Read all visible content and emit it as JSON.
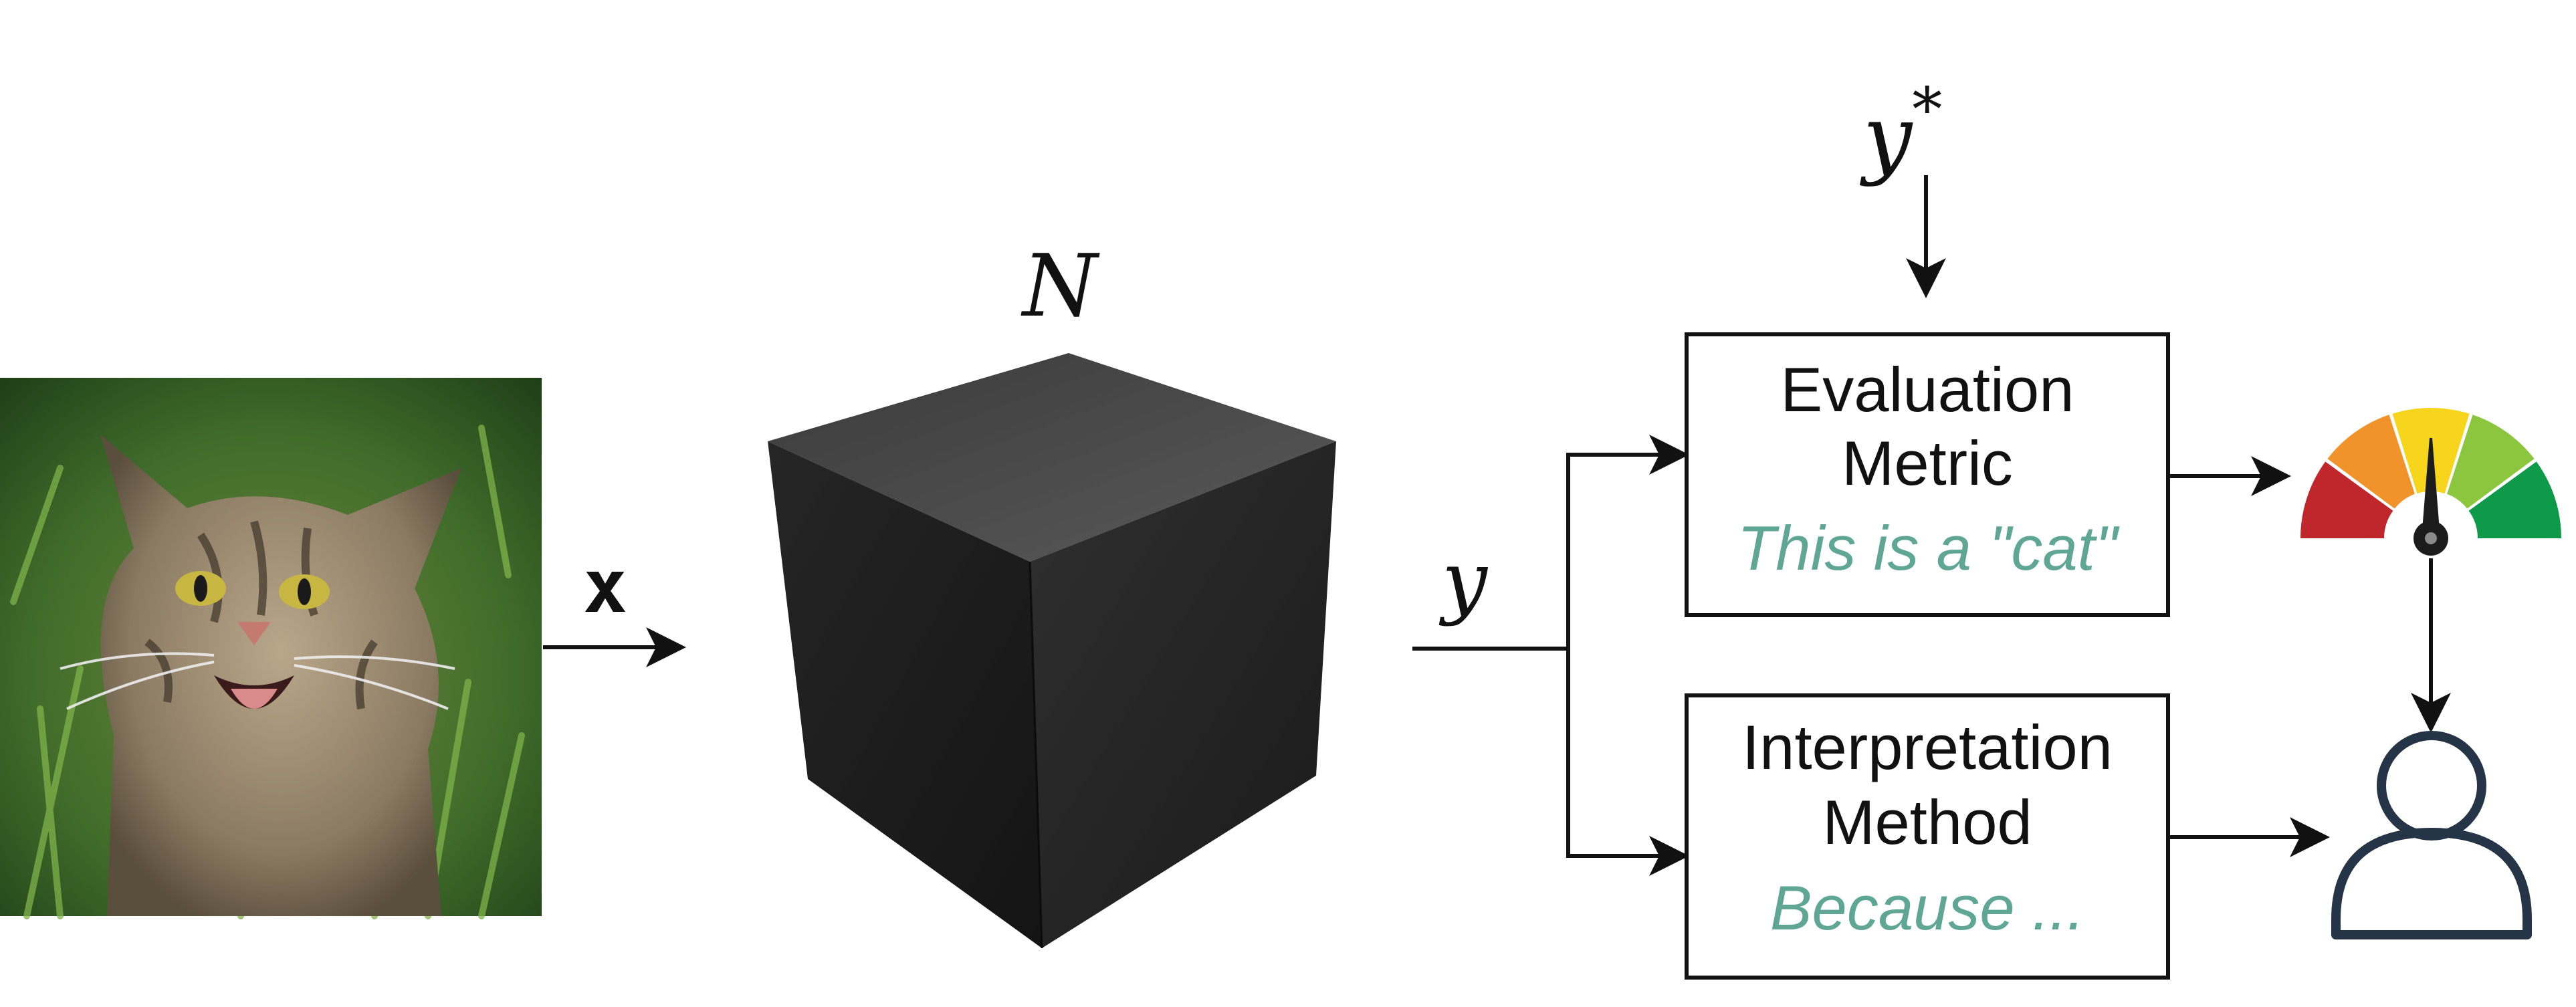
{
  "labels": {
    "input": "x",
    "network": "N",
    "output": "y",
    "target": "y",
    "target_sup": "*"
  },
  "evaluation_box": {
    "title_line1": "Evaluation",
    "title_line2": "Metric",
    "subtitle": "This is a \"cat\""
  },
  "interpretation_box": {
    "title_line1": "Interpretation",
    "title_line2": "Method",
    "subtitle": "Because ..."
  },
  "icons": {
    "input_image": "cat-photo",
    "model": "black-box-cube-icon",
    "score": "gauge-meter-icon",
    "user": "person-icon"
  },
  "colors": {
    "accent_text": "#5fa794",
    "gauge": [
      "#c0272d",
      "#f0932b",
      "#f7d51d",
      "#8cc63f",
      "#0e9a48"
    ],
    "cube_front": "#1e1e1e",
    "cube_top": "#4a4a4a",
    "stroke": "#111111",
    "user_icon": "#253447"
  }
}
